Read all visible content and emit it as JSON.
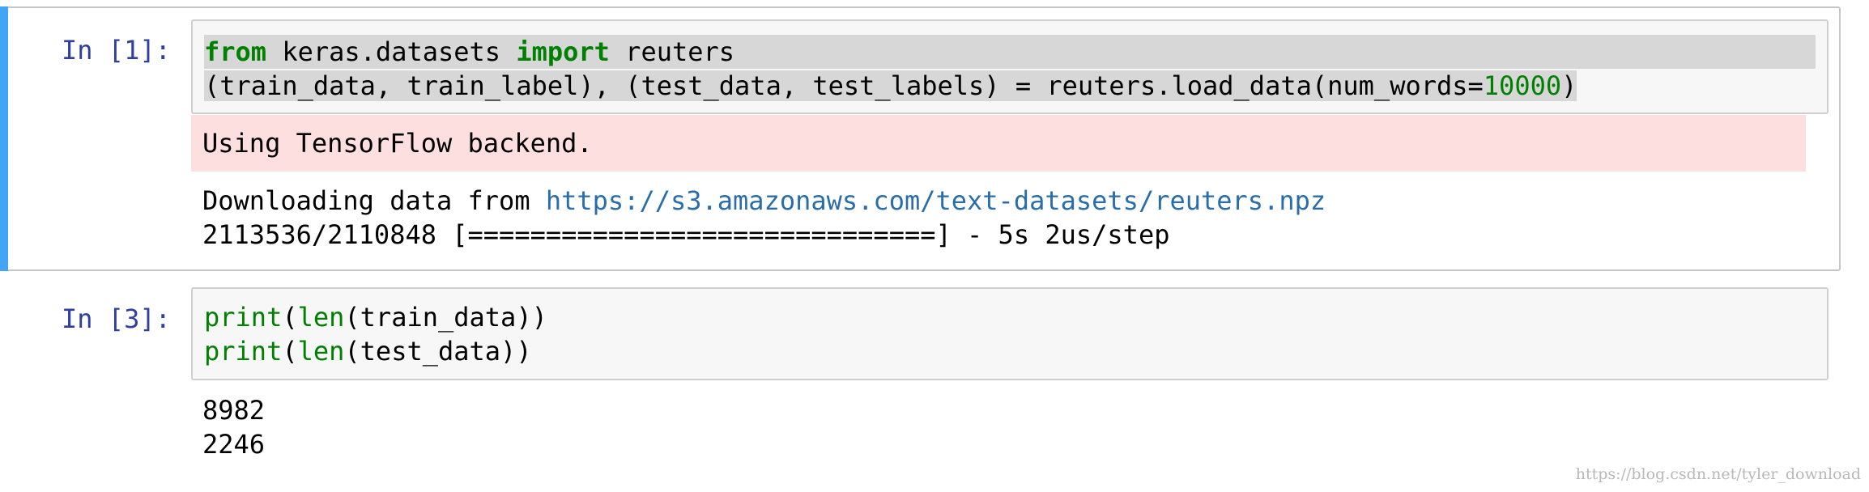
{
  "cells": [
    {
      "prompt": "In [1]:",
      "input": {
        "line1": {
          "kw1": "from",
          "t1": " keras.datasets ",
          "kw2": "import",
          "t2": " reuters"
        },
        "line2": {
          "t1": "(train_data, train_label), (test_data, test_labels) = reuters.load_data(num_words=",
          "num": "10000",
          "t2": ")"
        }
      },
      "stderr": "Using TensorFlow backend.",
      "stdout": {
        "download_prefix": "Downloading data from ",
        "download_url": "https://s3.amazonaws.com/text-datasets/reuters.npz",
        "progress": "2113536/2110848 [==============================] - 5s 2us/step"
      }
    },
    {
      "prompt": "In [3]:",
      "input": {
        "line1": {
          "fn1": "print",
          "p1": "(",
          "fn2": "len",
          "p2": "(train_data))"
        },
        "line2": {
          "fn1": "print",
          "p1": "(",
          "fn2": "len",
          "p2": "(test_data))"
        }
      },
      "output": [
        "8982",
        "2246"
      ]
    }
  ],
  "watermark": "https://blog.csdn.net/tyler_download",
  "colors": {
    "selected_cell_bar": "#42a5f5",
    "prompt": "#303f9f",
    "keyword": "#008000",
    "stderr_bg": "#fddfdf",
    "link": "#296eaa"
  }
}
